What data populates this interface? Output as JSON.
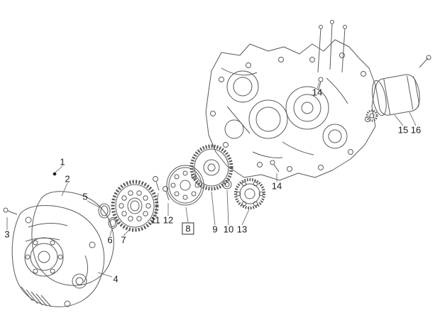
{
  "diagram": {
    "type": "exploded-parts-diagram",
    "labels": [
      {
        "part": "1"
      },
      {
        "part": "2"
      },
      {
        "part": "3"
      },
      {
        "part": "4"
      },
      {
        "part": "5"
      },
      {
        "part": "6"
      },
      {
        "part": "7"
      },
      {
        "part": "8",
        "highlighted": true
      },
      {
        "part": "9"
      },
      {
        "part": "10"
      },
      {
        "part": "11"
      },
      {
        "part": "12"
      },
      {
        "part": "13"
      },
      {
        "part": "14"
      },
      {
        "part": "14"
      },
      {
        "part": "15"
      },
      {
        "part": "16"
      }
    ],
    "colors": {
      "line": "#5a5a5a",
      "label_text": "#1a1a1a",
      "highlight_border": "#2a2a2a",
      "background": "#ffffff"
    }
  }
}
